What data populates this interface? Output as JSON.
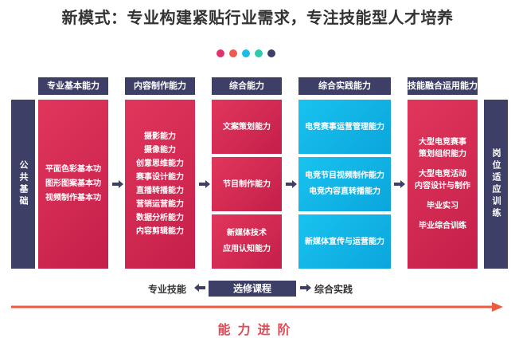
{
  "title": "新模式：专业构建紧贴行业需求，专注技能型人才培养",
  "dots": [
    "#e0336a",
    "#f05a4e",
    "#19bde8",
    "#30c9b0",
    "#3d3f66"
  ],
  "colors": {
    "navy": "#3d3f66",
    "crimson": "#d42b54",
    "cyan": "#12b6e8",
    "accent_red": "#e24a55"
  },
  "left_side": "公共基础",
  "right_side": "岗位适应训练",
  "headers": [
    "专业基本能力",
    "内容制作能力",
    "综合能力",
    "综合实践能力",
    "技能融合运用能力"
  ],
  "col1": {
    "items": [
      "平面色彩基本功",
      "图形图案基本功",
      "视频制作基本功"
    ]
  },
  "col2": {
    "items": [
      "摄影能力",
      "摄像能力",
      "创意思维能力",
      "赛事设计能力",
      "直播转播能力",
      "营销运营能力",
      "数据分析能力",
      "内容剪辑能力"
    ]
  },
  "col3": {
    "box1": "文案策划能力",
    "box2": "节目制作能力",
    "box3_line1": "新媒体技术",
    "box3_line2": "应用认知能力"
  },
  "col4": {
    "box1": "电竞赛事运营管理能力",
    "box2_line1": "电竞节目视频制作能力",
    "box2_line2": "电竞内容直转播能力",
    "box3": "新媒体宣传与运营能力"
  },
  "col5": {
    "line1": "大型电竞赛事",
    "line2": "策划组织能力",
    "line3": "大型电竞活动",
    "line4": "内容设计与制作",
    "line5": "毕业实习",
    "line6": "毕业综合训练"
  },
  "bottom": {
    "left": "专业技能",
    "center": "选修课程",
    "right": "综合实践"
  },
  "progress_label": "能力进阶"
}
